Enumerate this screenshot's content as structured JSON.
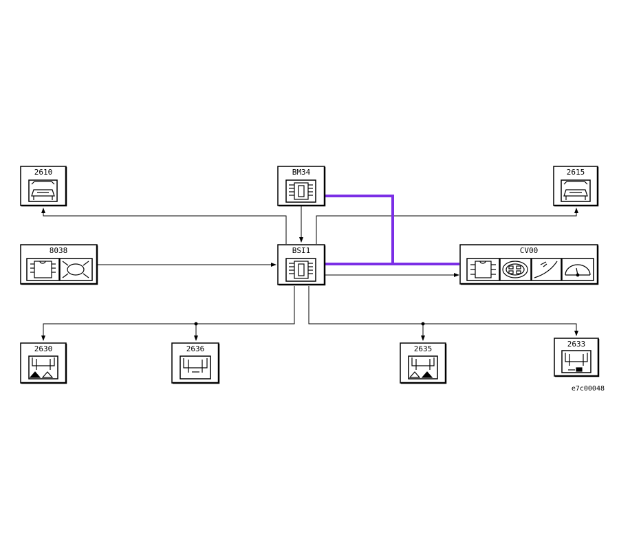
{
  "diagram": {
    "modules": {
      "m2610": "2610",
      "bm34": "BM34",
      "m2615": "2615",
      "m8038": "8038",
      "bsi1": "BSI1",
      "cv00": "CV00",
      "m2630": "2630",
      "m2636": "2636",
      "m2635": "2635",
      "m2633": "2633"
    },
    "reference": "e7c00048",
    "colors": {
      "bus": "#7b2ee6",
      "line": "#000000"
    }
  }
}
